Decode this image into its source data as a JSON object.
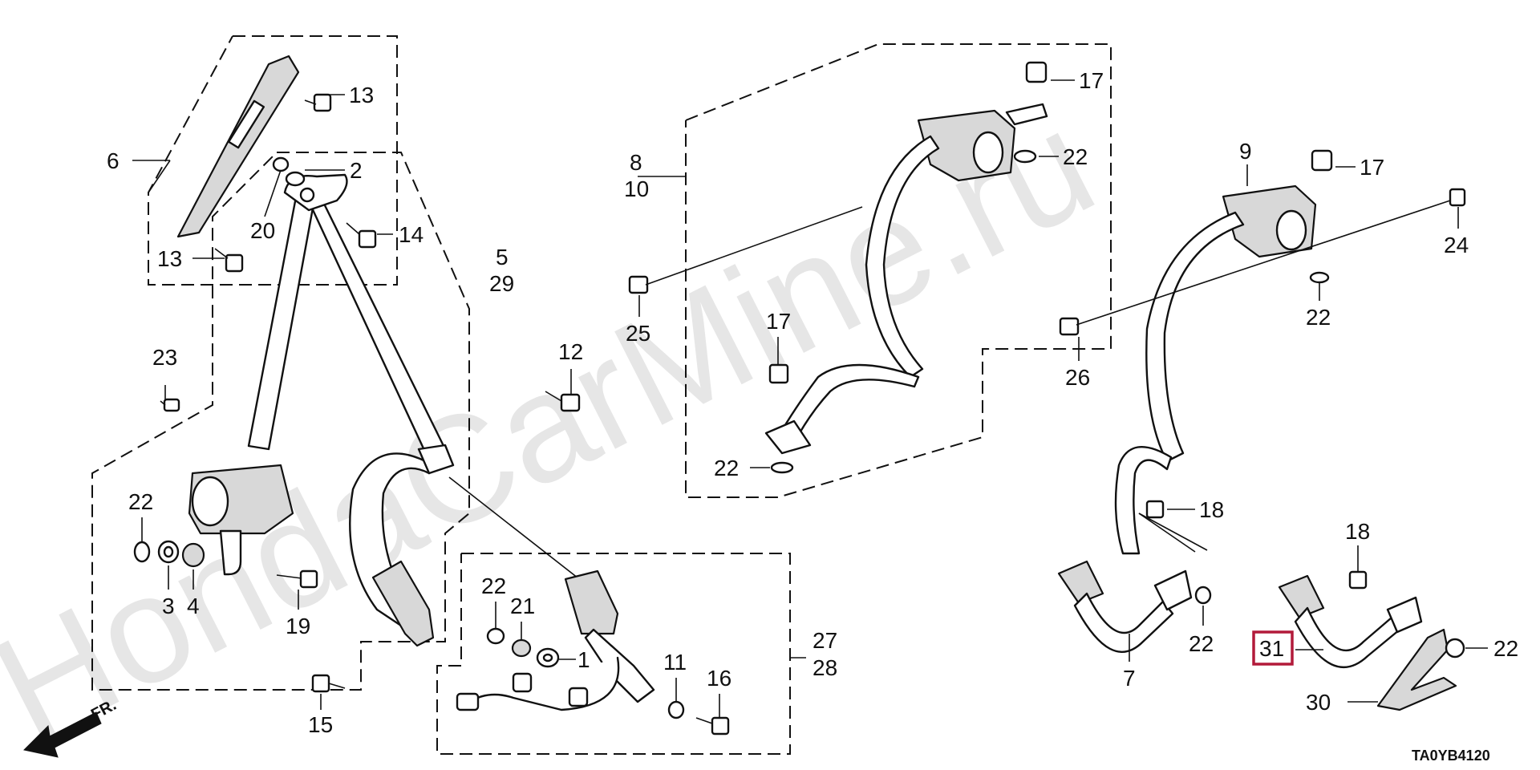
{
  "watermark": "HondaCarMine.ru",
  "diagram_code": "TA0YB4120",
  "direction_label": "FR.",
  "highlighted_callout": "31",
  "callouts": {
    "c1": "1",
    "c2": "2",
    "c3": "3",
    "c4": "4",
    "c5": "5",
    "c6": "6",
    "c7": "7",
    "c8": "8",
    "c9": "9",
    "c10": "10",
    "c11": "11",
    "c12": "12",
    "c13a": "13",
    "c13b": "13",
    "c14": "14",
    "c15": "15",
    "c16": "16",
    "c17a": "17",
    "c17b": "17",
    "c17c": "17",
    "c18a": "18",
    "c18b": "18",
    "c19": "19",
    "c20": "20",
    "c21": "21",
    "c22a": "22",
    "c22b": "22",
    "c22c": "22",
    "c22d": "22",
    "c22e": "22",
    "c22f": "22",
    "c22g": "22",
    "c23": "23",
    "c24": "24",
    "c25": "25",
    "c26": "26",
    "c27": "27",
    "c28": "28",
    "c29": "29",
    "c30": "30",
    "c31": "31"
  },
  "colors": {
    "ink": "#111111",
    "highlight": "#b21a3a",
    "watermark": "#e6e6e6"
  }
}
